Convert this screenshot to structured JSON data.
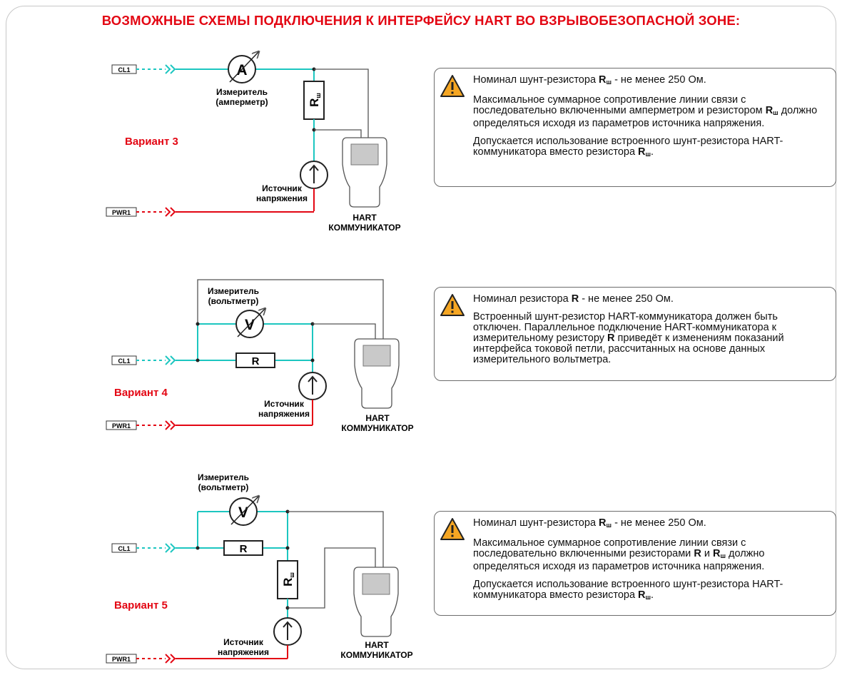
{
  "title": "ВОЗМОЖНЫЕ СХЕМЫ ПОДКЛЮЧЕНИЯ К ИНТЕРФЕЙСУ HART ВО ВЗРЫВОБЕЗОПАСНОЙ ЗОНЕ:",
  "colors": {
    "title": "#e30613",
    "cl_line": "#1cc6c0",
    "pwr_line": "#e30613",
    "wire": "#555555"
  },
  "terminals": {
    "cl": "CL1",
    "pwr": "PWR1"
  },
  "labels": {
    "ammeter_symbol": "A",
    "voltmeter_symbol": "V",
    "resistor_r": "R",
    "resistor_rsh_main": "R",
    "resistor_rsh_sub": "ш",
    "meter_line1": "Измеритель",
    "ammeter_line2": "(амперметр)",
    "voltmeter_line2": "(вольтметр)",
    "source_line1": "Источник",
    "source_line2": "напряжения",
    "hart_line1": "HART",
    "hart_line2": "КОММУНИКАТОР"
  },
  "variants": [
    {
      "name": "Вариант 3"
    },
    {
      "name": "Вариант 4"
    },
    {
      "name": "Вариант 5"
    }
  ],
  "notes": {
    "v3": {
      "p1_a": "Номинал шунт-резистора ",
      "p1_r": "R",
      "p1_sub": "ш",
      "p1_b": " - не менее 250 Ом.",
      "p2_a": "Максимальное суммарное сопротивление линии связи с последовательно включенными амперметром и резистором ",
      "p2_r": "R",
      "p2_sub": "ш",
      "p2_b": " должно определяться исходя из параметров источника напряжения.",
      "p3_a": "Допускается использование встроенного   шунт-резистора HART-коммуникатора вместо резистора ",
      "p3_r": "R",
      "p3_sub": "ш",
      "p3_b": "."
    },
    "v4": {
      "p1_a": "Номинал резистора ",
      "p1_r": "R",
      "p1_b": " - не менее 250 Ом.",
      "p2_a": "Встроенный  шунт-резистор HART-коммуникатора должен быть отключен. Параллельное подключение HART-коммуникатора к измерительному резистору ",
      "p2_r": "R",
      "p2_b": " приведёт к изменениям показаний интерфейса токовой петли, рассчитанных на основе данных измерительного вольтметра."
    },
    "v5": {
      "p1_a": "Номинал шунт-резистора ",
      "p1_r": "R",
      "p1_sub": "ш",
      "p1_b": " - не менее 250 Ом.",
      "p2_a": "Максимальное суммарное сопротивление линии связи с последовательно включенными резисторами ",
      "p2_r1": "R",
      "p2_mid": " и ",
      "p2_r2": "R",
      "p2_sub": "ш",
      "p2_b": "  должно определяться исходя из параметров источника напряжения.",
      "p3_a": "Допускается использование встроенного   шунт-резистора HART-коммуникатора вместо резистора ",
      "p3_r": "R",
      "p3_sub": "ш",
      "p3_b": "."
    }
  }
}
